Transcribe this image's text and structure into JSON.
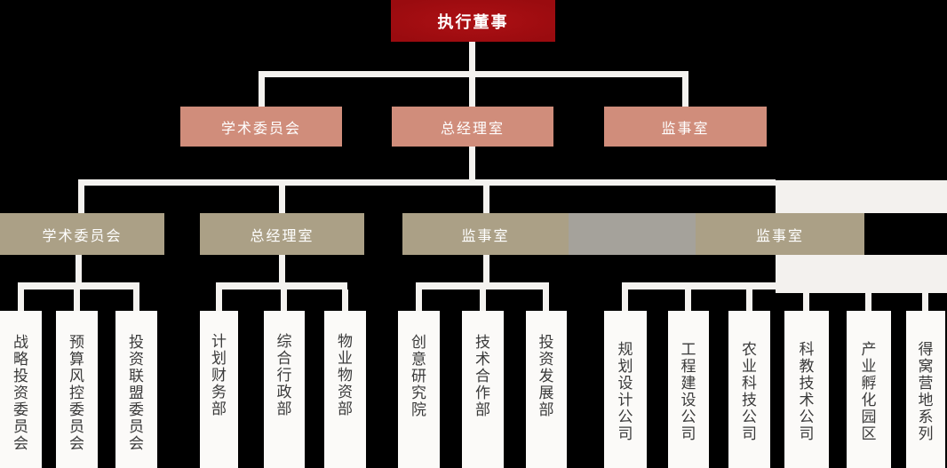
{
  "org": {
    "root": {
      "id": "executive-director",
      "label": "执行董事"
    },
    "level2": [
      {
        "id": "academic-committee",
        "label": "学术委员会"
      },
      {
        "id": "general-manager-office",
        "label": "总经理室"
      },
      {
        "id": "supervisor-office",
        "label": "监事室"
      }
    ],
    "level3": [
      {
        "id": "academic-committee-2",
        "label": "学术委员会"
      },
      {
        "id": "general-manager-office-2",
        "label": "总经理室"
      },
      {
        "id": "supervisor-office-2",
        "label": "监事室"
      },
      {
        "id": "blank-segment",
        "label": ""
      },
      {
        "id": "supervisor-office-3",
        "label": "监事室"
      }
    ],
    "level4_groups": [
      {
        "parent": "academic-committee-2",
        "items": [
          "战略投资委员会",
          "预算风控委员会",
          "投资联盟委员会"
        ]
      },
      {
        "parent": "general-manager-office-2",
        "items": [
          "计划财务部",
          "综合行政部",
          "物业物资部"
        ]
      },
      {
        "parent": "supervisor-office-2",
        "items": [
          "创意研究院",
          "技术合作部",
          "投资发展部"
        ]
      },
      {
        "parent": "supervisor-office-3",
        "items": [
          "规划设计公司",
          "工程建设公司",
          "农业科技公司",
          "科教技术公司",
          "产业孵化园区",
          "得窝营地系列"
        ]
      }
    ]
  },
  "colors": {
    "background": "#000000",
    "level1_box": "#a30d11",
    "level2_box": "#d08d7b",
    "level3_box": "#aba086",
    "blank_segment": "#a5a29b",
    "connector": "#f4f2ef",
    "department_box": "#fbfaf8",
    "department_text": "#3a3a3a",
    "box_text": "#ffffff"
  }
}
